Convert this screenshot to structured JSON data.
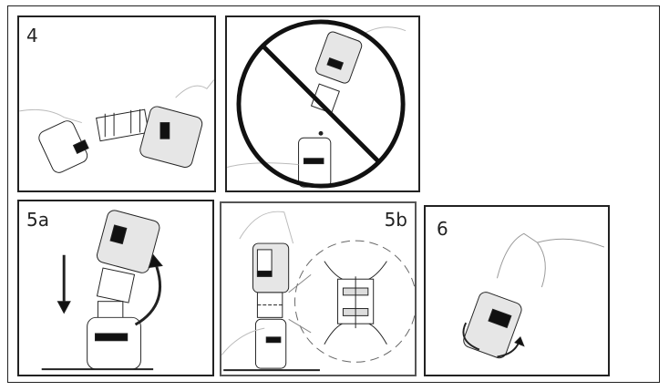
{
  "panels": {
    "step4": {
      "label": "4"
    },
    "prohibited": {
      "label": ""
    },
    "step5a": {
      "label": "5a"
    },
    "step5b": {
      "label": "5b"
    },
    "step6": {
      "label": "6"
    }
  },
  "colors": {
    "line": "#222222",
    "liquid": "#e6e6e6",
    "border": "#222222"
  }
}
